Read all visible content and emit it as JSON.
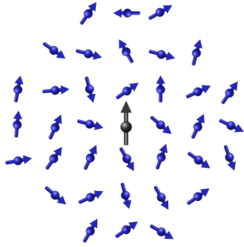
{
  "figure": {
    "background_color": "#ffffff",
    "colors": {
      "spin_body": "#2424c8",
      "spin_highlight": "#8080ff",
      "spin_shadow": "#0a0a5a",
      "central_body": "#3a3a3a",
      "central_highlight": "#b8b8b8",
      "central_shadow": "#050505"
    },
    "icons": {
      "surrounding_spin": "blue-spin-arrow-icon",
      "central_spin": "gray-spin-arrow-icon"
    },
    "central_spin": {
      "role": "central-magnetic-impurity",
      "orientation_deg": -90
    },
    "spins": [
      {
        "row": 1,
        "orientation_deg": -55
      },
      {
        "row": 1,
        "orientation_deg": 180
      },
      {
        "row": 1,
        "orientation_deg": -30
      },
      {
        "row": 2,
        "orientation_deg": 35
      },
      {
        "row": 2,
        "orientation_deg": 15
      },
      {
        "row": 2,
        "orientation_deg": -120
      },
      {
        "row": 2,
        "orientation_deg": 15
      },
      {
        "row": 2,
        "orientation_deg": -75
      },
      {
        "row": 3,
        "orientation_deg": -80
      },
      {
        "row": 3,
        "orientation_deg": -5
      },
      {
        "row": 3,
        "orientation_deg": 75
      },
      {
        "row": 3,
        "orientation_deg": -35
      },
      {
        "row": 3,
        "orientation_deg": -90
      },
      {
        "row": 3,
        "orientation_deg": -25
      },
      {
        "row": 3,
        "orientation_deg": -55
      },
      {
        "row": 4,
        "orientation_deg": -85
      },
      {
        "row": 4,
        "orientation_deg": -65
      },
      {
        "row": 4,
        "orientation_deg": 15
      },
      {
        "row": 4,
        "orientation_deg": 40
      },
      {
        "row": 4,
        "orientation_deg": -65
      },
      {
        "row": 4,
        "orientation_deg": 25
      },
      {
        "row": 5,
        "orientation_deg": -10
      },
      {
        "row": 5,
        "orientation_deg": -55
      },
      {
        "row": 5,
        "orientation_deg": -65
      },
      {
        "row": 5,
        "orientation_deg": 60
      },
      {
        "row": 5,
        "orientation_deg": -70
      },
      {
        "row": 5,
        "orientation_deg": 35
      },
      {
        "row": 5,
        "orientation_deg": 70
      },
      {
        "row": 6,
        "orientation_deg": 40
      },
      {
        "row": 6,
        "orientation_deg": -25
      },
      {
        "row": 6,
        "orientation_deg": 75
      },
      {
        "row": 6,
        "orientation_deg": 60
      },
      {
        "row": 6,
        "orientation_deg": -35
      },
      {
        "row": 7,
        "orientation_deg": -60
      },
      {
        "row": 7,
        "orientation_deg": -35
      },
      {
        "row": 7,
        "orientation_deg": 30
      }
    ]
  }
}
